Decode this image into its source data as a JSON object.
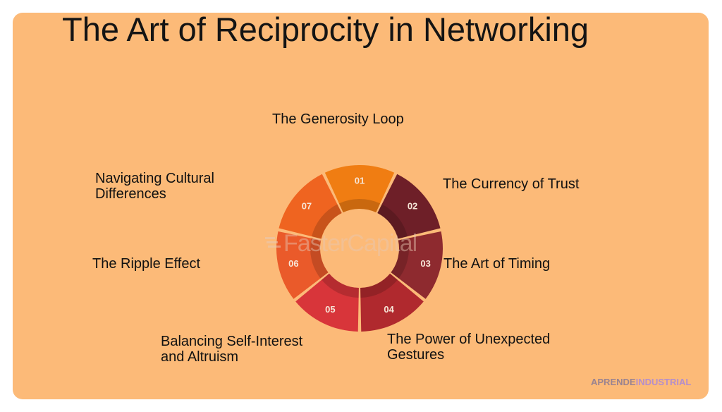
{
  "title": "The Art of Reciprocity in Networking",
  "segments": [
    {
      "number": "01",
      "label": "The Generosity Loop",
      "color": "#f07d12"
    },
    {
      "number": "02",
      "label": "The Currency of Trust",
      "color": "#6e1f28"
    },
    {
      "number": "03",
      "label": "The Art of Timing",
      "color": "#8e2a2f"
    },
    {
      "number": "04",
      "label": "The Power of Unexpected Gestures",
      "label_lines": [
        "The Power of Unexpected",
        "Gestures"
      ],
      "color": "#b0292e"
    },
    {
      "number": "05",
      "label": "Balancing Self-Interest and Altruism",
      "label_lines": [
        "Balancing Self-Interest",
        "and Altruism"
      ],
      "color": "#d8353a"
    },
    {
      "number": "06",
      "label": "The Ripple Effect",
      "color": "#ea5a2a"
    },
    {
      "number": "07",
      "label": "Navigating Cultural Differences",
      "label_lines": [
        "Navigating Cultural",
        "Differences"
      ],
      "color": "#ef6420"
    }
  ],
  "watermark": "FasterCapital",
  "brand": {
    "part1": "APRENDE",
    "part2": "INDUSTRIAL"
  },
  "colors": {
    "background": "#fcba78",
    "text": "#111111"
  }
}
